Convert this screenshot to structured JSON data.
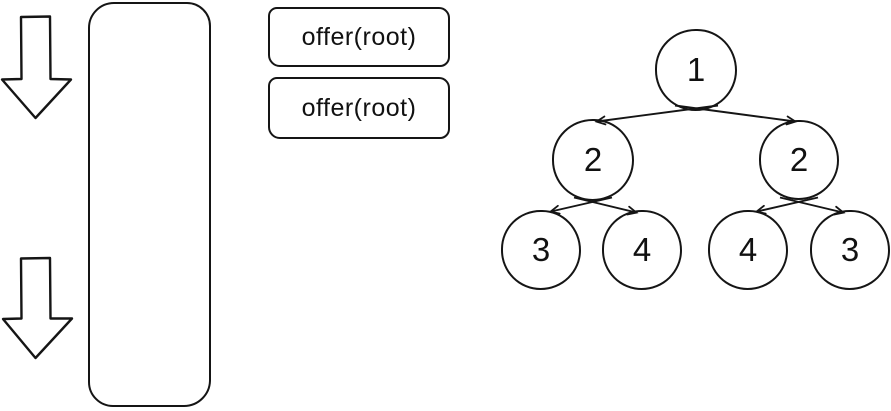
{
  "diagram": {
    "colors": {
      "stroke": "#151515",
      "background": "#ffffff"
    },
    "icons": {
      "arrow_top": "down-arrow",
      "arrow_bottom": "down-arrow"
    },
    "call_boxes": [
      {
        "label": "offer(root)"
      },
      {
        "label": "offer(root)"
      }
    ],
    "tree": {
      "nodes": [
        {
          "id": "root",
          "label": "1"
        },
        {
          "id": "left",
          "label": "2"
        },
        {
          "id": "right",
          "label": "2"
        },
        {
          "id": "left-left",
          "label": "3"
        },
        {
          "id": "left-right",
          "label": "4"
        },
        {
          "id": "right-left",
          "label": "4"
        },
        {
          "id": "right-right",
          "label": "3"
        }
      ],
      "edges": [
        {
          "from": "root",
          "to": "left"
        },
        {
          "from": "root",
          "to": "right"
        },
        {
          "from": "left",
          "to": "left-left"
        },
        {
          "from": "left",
          "to": "left-right"
        },
        {
          "from": "right",
          "to": "right-left"
        },
        {
          "from": "right",
          "to": "right-right"
        }
      ]
    }
  }
}
